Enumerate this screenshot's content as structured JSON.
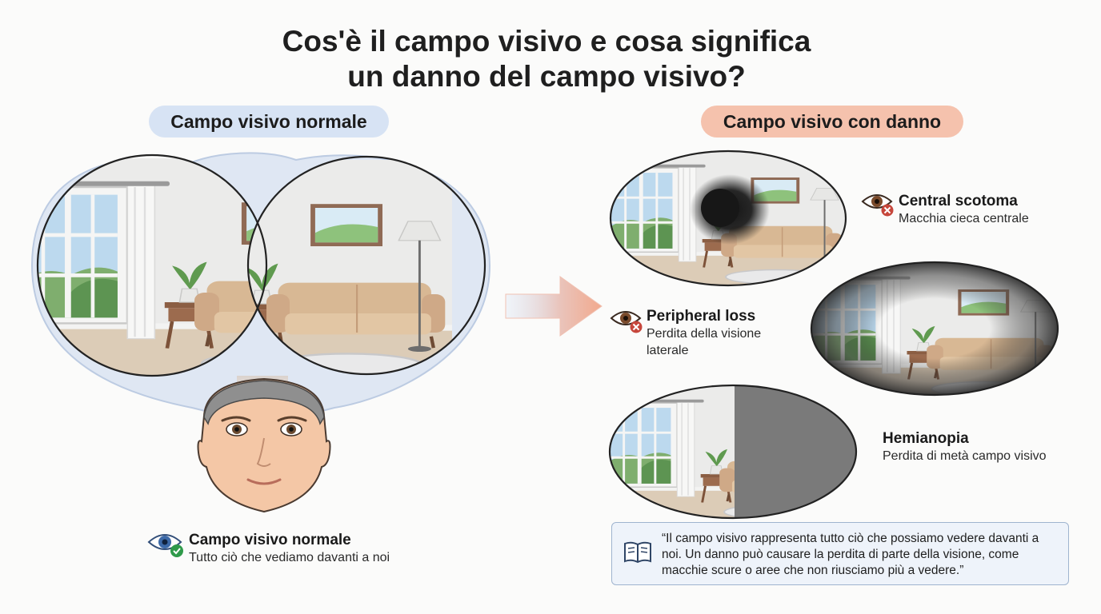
{
  "title": {
    "line1": "Cos'è il campo visivo e cosa significa",
    "line2": "un danno del campo visivo?"
  },
  "normal": {
    "heading": "Campo visivo normale",
    "caption_title": "Campo visivo normale",
    "caption_text": "Tutto ciò che vediamo davanti a noi",
    "caption_icon": "eye-check-icon"
  },
  "damage": {
    "heading": "Campo visivo con danno",
    "items": [
      {
        "title": "Central scotoma",
        "text": "Macchia cieca centrale",
        "icon": "eye-cross-icon"
      },
      {
        "title": "Peripheral loss",
        "text": "Perdita della visione laterale",
        "icon": "eye-cross-icon"
      },
      {
        "title": "Hemianopia",
        "text": "Perdita di metà campo visivo",
        "icon": ""
      }
    ]
  },
  "quote": {
    "text": "“Il campo visivo rappresenta tutto ciò che possiamo vedere davanti a noi. Un danno può causare la perdita di parte della visione, come macchie scure o aree che non riusciamo più a vedere.”",
    "icon": "book-icon"
  },
  "colors": {
    "normal_accent": "#d7e3f4",
    "damage_accent": "#f5c2ad",
    "check_green": "#2f9a4a",
    "cross_red": "#c6463b",
    "quote_bg": "#eef3fa"
  }
}
